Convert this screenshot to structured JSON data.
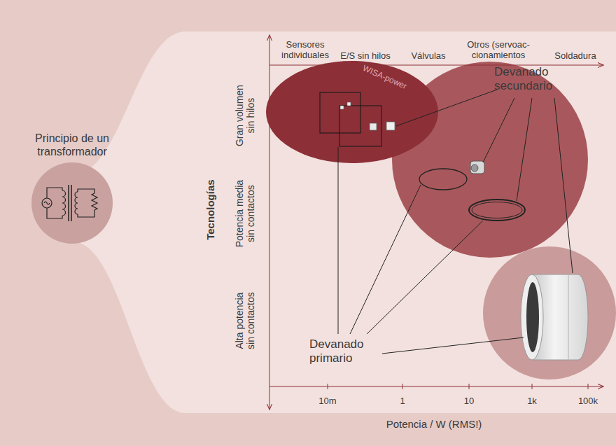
{
  "diagram": {
    "nodes": [
      {
        "text": [
          "Principio de un transformador"
        ]
      },
      {
        "text": [
          "WISA-power"
        ]
      }
    ],
    "labels": [
      "Sensores individuales",
      "E/S sin hilos",
      "Válvulas",
      "Otros (servoac- cionamientos",
      "Soldadura",
      "Gran volumen sin hilos",
      "Tecnologías",
      "Potencia media sin contactos",
      "Alta potencia sin contactos",
      "Devanado secundario",
      "Devanado primario",
      "10m",
      "1",
      "10",
      "1k",
      "100k",
      "Potencia / W (RMS!)"
    ]
  }
}
